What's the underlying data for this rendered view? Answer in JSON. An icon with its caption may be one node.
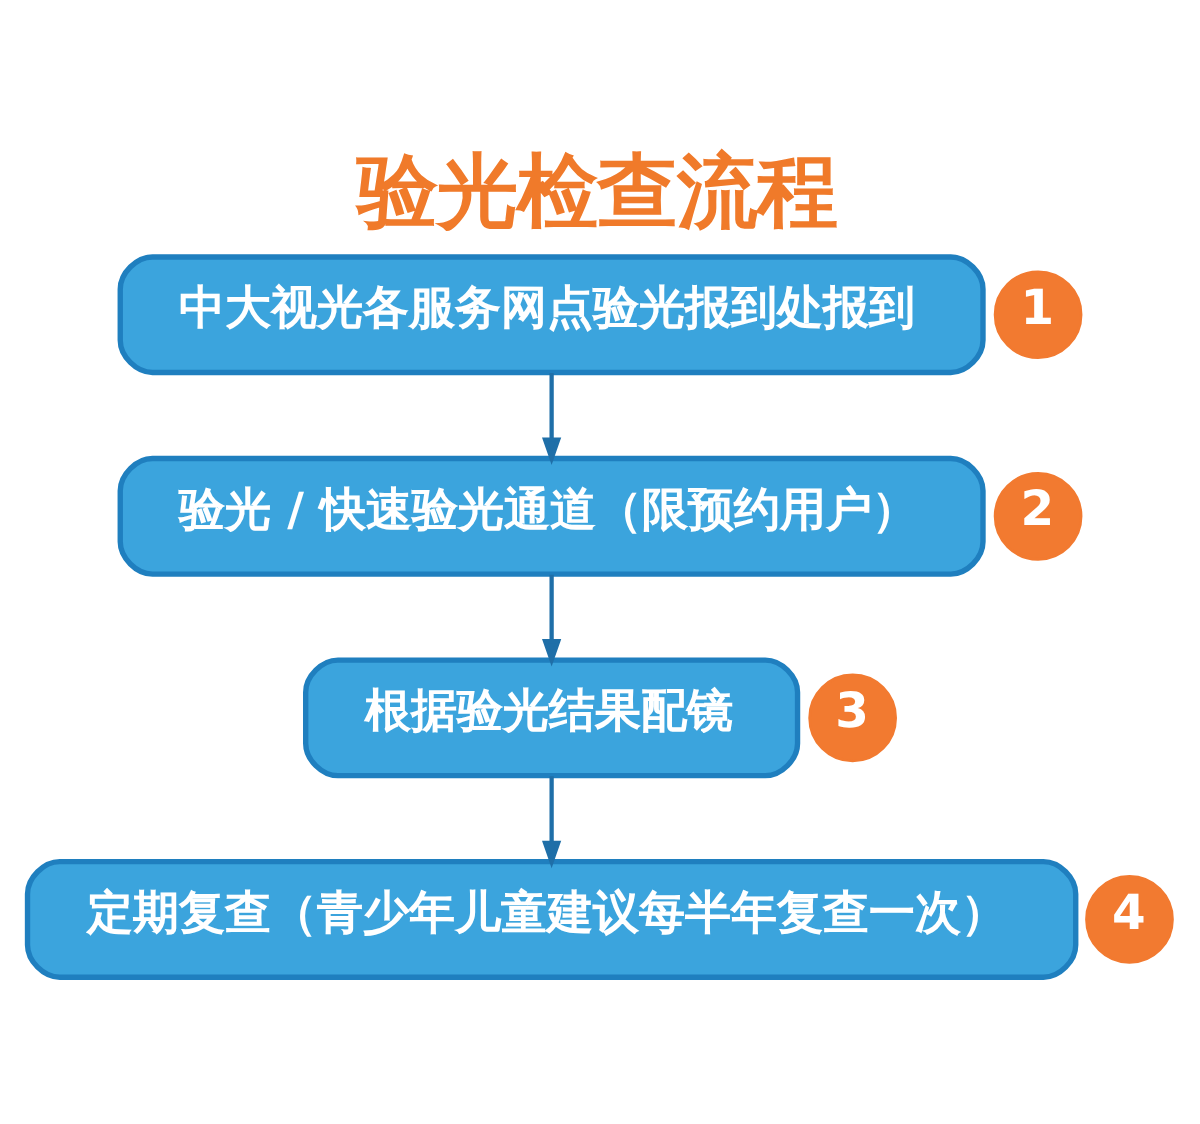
{
  "diagram": {
    "title": "验光检查流程",
    "nodes": [
      {
        "text": [
          "中大视光各服务网点验光报到处报到"
        ]
      },
      {
        "text": [
          "1"
        ]
      },
      {
        "text": [
          "验光 / 快速验光通道（限预约用户）"
        ]
      },
      {
        "text": [
          "2"
        ]
      },
      {
        "text": [
          "根据验光结果配镜"
        ]
      },
      {
        "text": [
          "3"
        ]
      },
      {
        "text": [
          "定期复查（青少年儿童建议每半年复查一次）"
        ]
      },
      {
        "text": [
          "4"
        ]
      }
    ],
    "edges": [
      {
        "from": 0,
        "to": 2,
        "arrow": "to"
      },
      {
        "from": 2,
        "to": 4,
        "arrow": "to"
      },
      {
        "from": 4,
        "to": 6,
        "arrow": "to"
      }
    ]
  }
}
